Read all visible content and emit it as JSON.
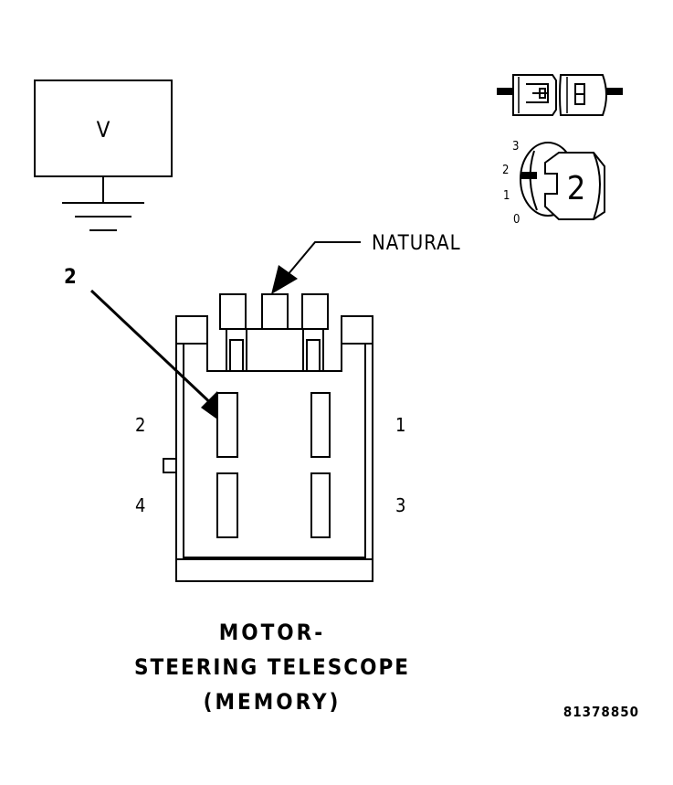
{
  "voltmeter": {
    "symbol": "V"
  },
  "callouts": {
    "natural": "NATURAL",
    "item_number": "2"
  },
  "pins": {
    "pin1": "1",
    "pin2": "2",
    "pin3": "3",
    "pin4": "4"
  },
  "key_icon": {
    "positions": [
      "3",
      "2",
      "1",
      "0"
    ],
    "number": "2"
  },
  "caption": {
    "line1": "MOTOR-",
    "line2": "STEERING TELESCOPE",
    "line3": "(MEMORY)"
  },
  "figure_id": "81378850"
}
